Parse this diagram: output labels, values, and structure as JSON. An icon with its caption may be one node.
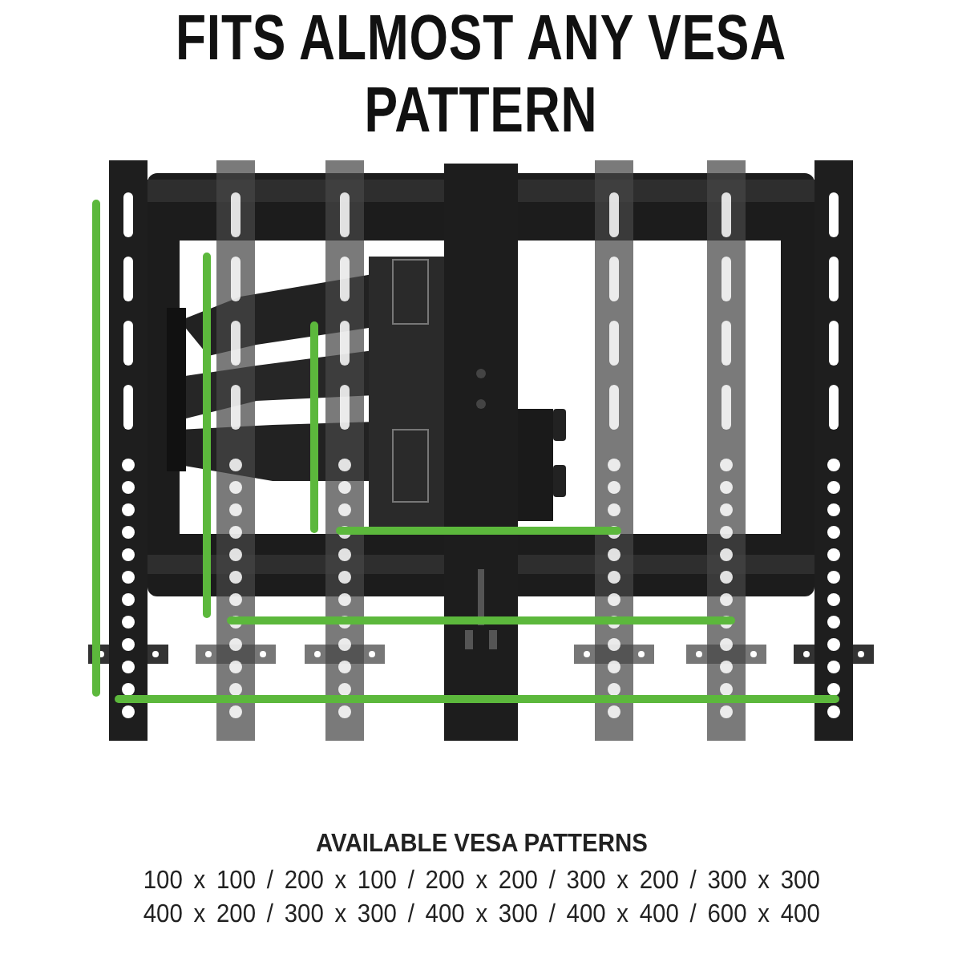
{
  "diagram": {
    "title": "FITS ALMOST ANY VESA PATTERN",
    "labels": [
      "AVAILABLE VESA PATTERNS",
      "100 x 100 / 200 x 100 / 200 x 200 / 300 x 200 / 300 x 300",
      "400 x 200 / 300 x 300 / 400 x 300 / 400 x 400 / 600 x 400"
    ]
  }
}
